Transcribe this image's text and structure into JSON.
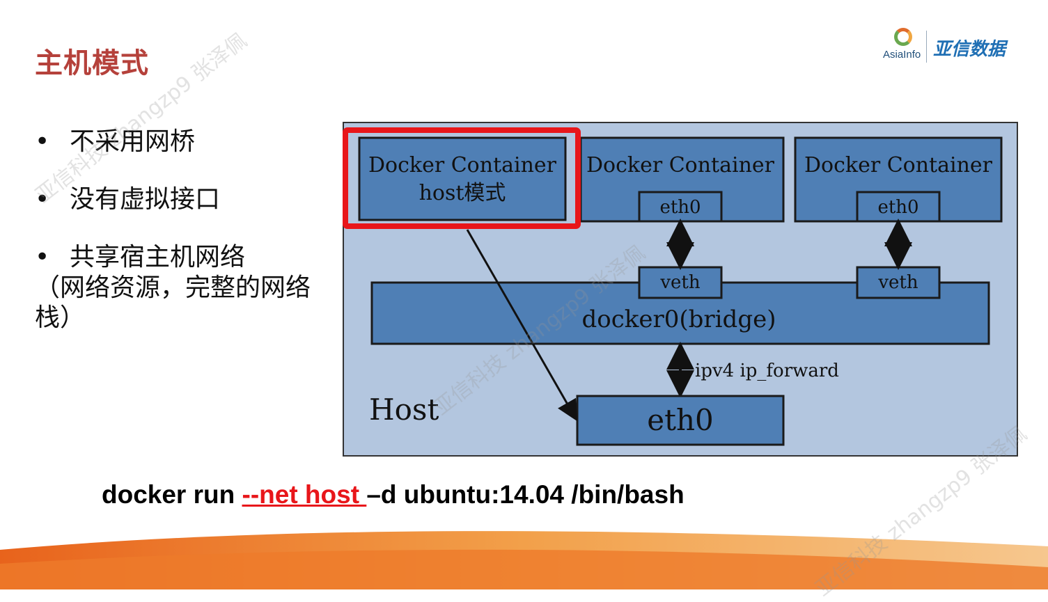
{
  "slide": {
    "title": "主机模式",
    "logo": {
      "en": "AsiaInfo",
      "cn": "亚信数据"
    },
    "bullets": [
      {
        "marker": "•",
        "text": "不采用网桥"
      },
      {
        "marker": "•",
        "text": "没有虚拟接口"
      },
      {
        "marker": "•",
        "text": "共享宿主机网络",
        "continuation": "（网络资源，完整的网络栈）"
      }
    ],
    "command": {
      "before": "docker run ",
      "highlight": "--net host ",
      "after": "–d ubuntu:14.04 /bin/bash"
    },
    "watermark": "亚信科技 zhangzp9 张泽佩"
  },
  "diagram": {
    "host_label": "Host",
    "containers": [
      {
        "line1": "Docker Container",
        "line2": "host模式"
      },
      {
        "line1": "Docker Container",
        "eth": "eth0"
      },
      {
        "line1": "Docker Container",
        "eth": "eth0"
      }
    ],
    "veth_labels": [
      "veth",
      "veth"
    ],
    "bridge_label": "docker0(bridge)",
    "forward_label": "ipv4 ip_forward",
    "host_eth_label": "eth0",
    "colors": {
      "host_bg": "#b3c6df",
      "box_fill": "#4f7fb5",
      "highlight": "#e8161a",
      "title": "#b5413b"
    }
  }
}
